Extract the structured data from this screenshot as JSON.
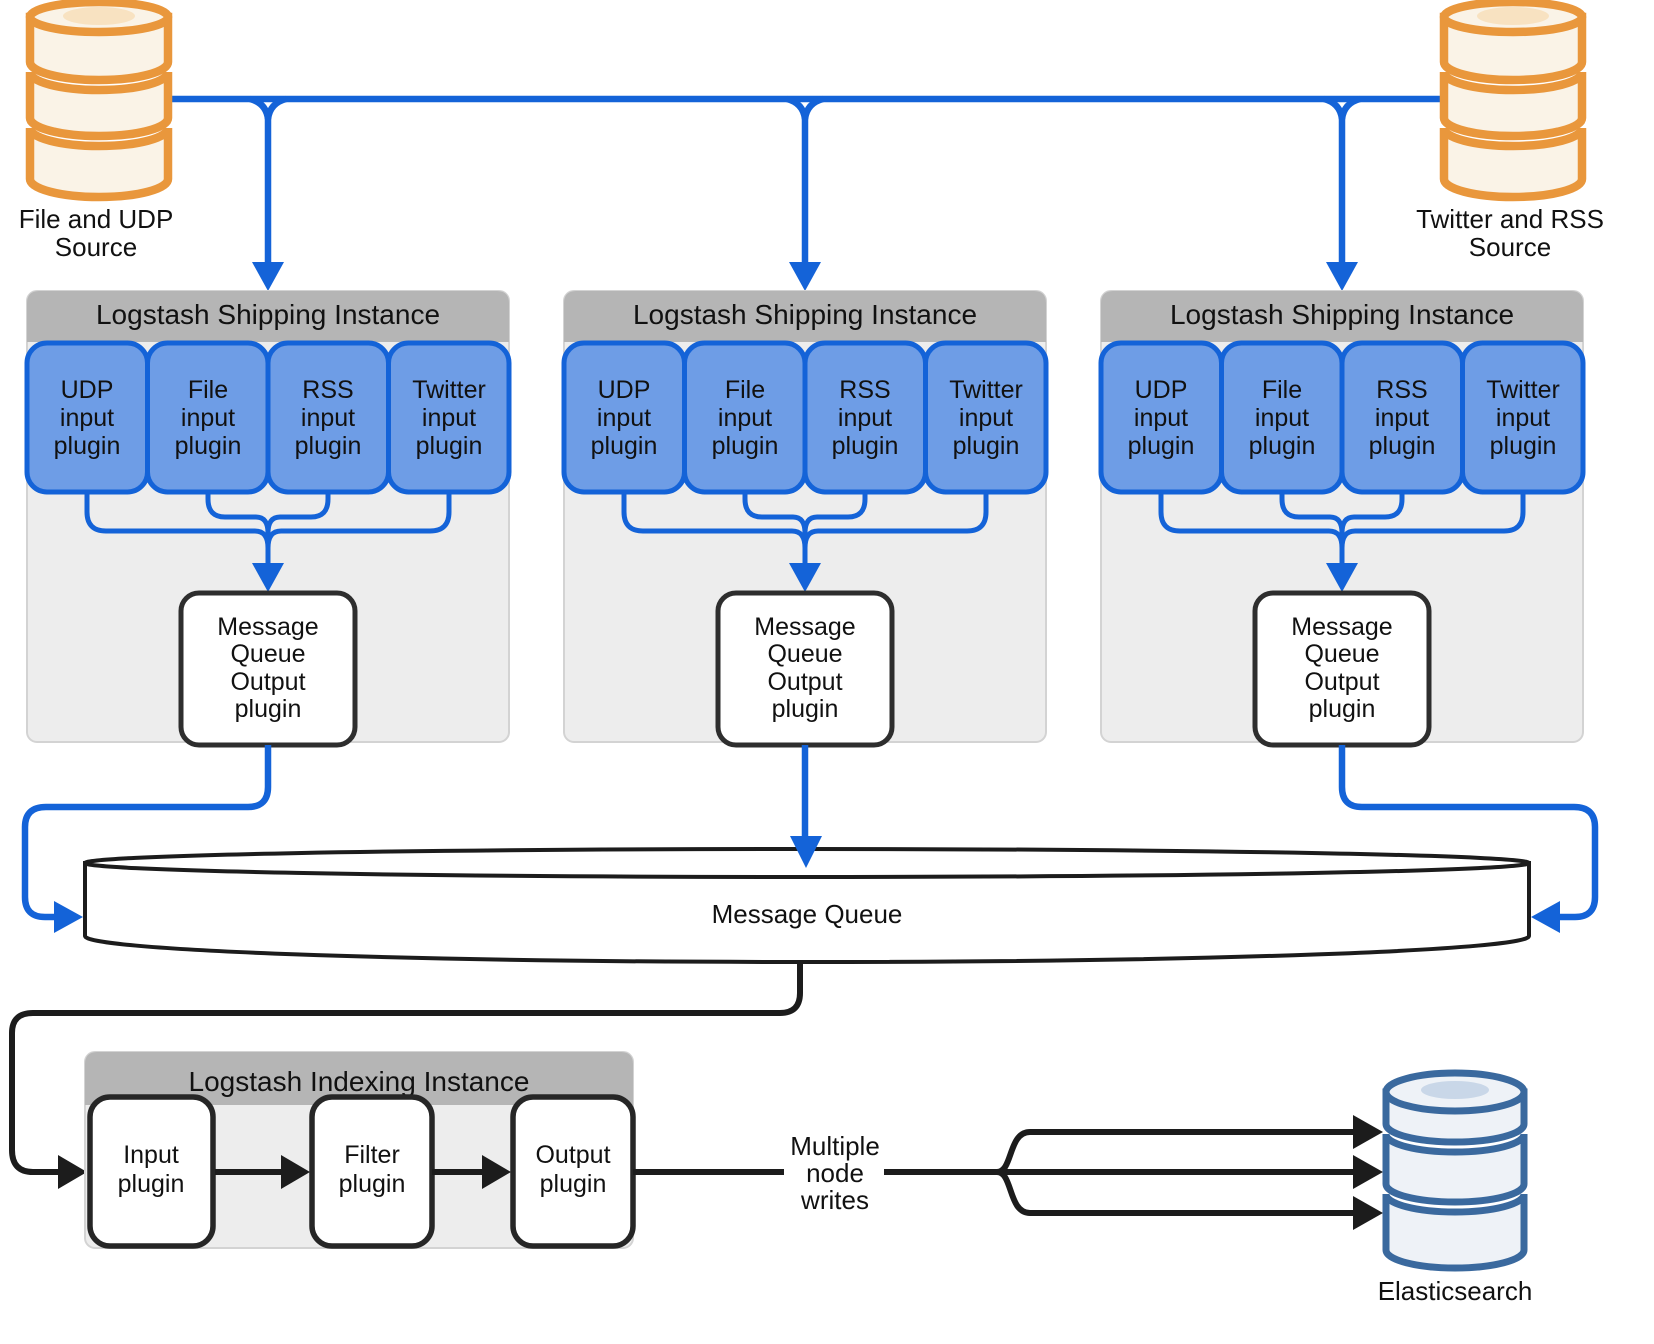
{
  "colors": {
    "accent_blue": "#1463d8",
    "plugin_fill": "#6e9de6",
    "source_orange": "#e9973c",
    "elasticsearch_blue": "#3a699e",
    "header_gray": "#b5b5b5",
    "panel_gray": "#ededed",
    "line_black": "#1c1c1c"
  },
  "sources": {
    "left": {
      "lines": [
        "File and UDP",
        "Source"
      ]
    },
    "right": {
      "lines": [
        "Twitter and RSS",
        "Source"
      ]
    }
  },
  "shipping": {
    "title": "Logstash Shipping Instance",
    "plugins": [
      {
        "lines": [
          "UDP",
          "input",
          "plugin"
        ]
      },
      {
        "lines": [
          "File",
          "input",
          "plugin"
        ]
      },
      {
        "lines": [
          "RSS",
          "input",
          "plugin"
        ]
      },
      {
        "lines": [
          "Twitter",
          "input",
          "plugin"
        ]
      }
    ],
    "output": {
      "lines": [
        "Message",
        "Queue",
        "Output",
        "plugin"
      ]
    }
  },
  "queue": {
    "label": "Message Queue"
  },
  "indexing": {
    "title": "Logstash Indexing Instance",
    "plugins": [
      {
        "lines": [
          "Input",
          "plugin"
        ]
      },
      {
        "lines": [
          "Filter",
          "plugin"
        ]
      },
      {
        "lines": [
          "Output",
          "plugin"
        ]
      }
    ]
  },
  "notes": {
    "multiple_node_writes": {
      "lines": [
        "Multiple",
        "node",
        "writes"
      ]
    }
  },
  "elasticsearch": {
    "label": "Elasticsearch"
  }
}
